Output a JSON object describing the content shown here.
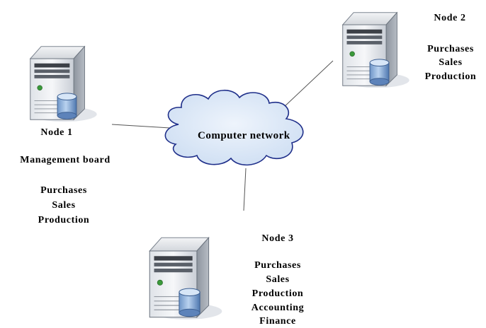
{
  "network": {
    "label": "Computer network"
  },
  "nodes": [
    {
      "title": "Node 1",
      "role": "Management board",
      "departments": [
        "Purchases",
        "Sales",
        "Production"
      ]
    },
    {
      "title": "Node 2",
      "departments": [
        "Purchases",
        "Sales",
        "Production"
      ]
    },
    {
      "title": "Node 3",
      "departments": [
        "Purchases",
        "Sales",
        "Production",
        "Accounting",
        "Finance"
      ]
    }
  ]
}
